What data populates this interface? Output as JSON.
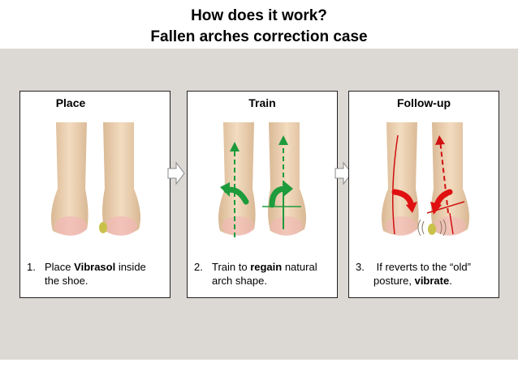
{
  "title_line1": "How does it work?",
  "title_line2": "Fallen arches correction case",
  "panels": [
    {
      "title": "Place",
      "number": "1.",
      "caption_pre": "Place ",
      "caption_bold": "Vibrasol",
      "caption_mid": " inside",
      "caption_line2": "the shoe.",
      "caption_bold2": "",
      "caption_end": ""
    },
    {
      "title": "Train",
      "number": "2.",
      "caption_pre": "Train to ",
      "caption_bold": "regain",
      "caption_mid": " natural",
      "caption_line2": "arch shape.",
      "caption_bold2": "",
      "caption_end": ""
    },
    {
      "title": "Follow-up",
      "number": "3.",
      "caption_pre": "If reverts to the “old”",
      "caption_bold": "",
      "caption_mid": "",
      "caption_line2": "posture, ",
      "caption_bold2": "vibrate",
      "caption_end": "."
    }
  ],
  "colors": {
    "band": "#dcd8d4",
    "train_arrow": "#1e9b3c",
    "followup_arrow": "#e01010",
    "skin": "#e9cfb2"
  }
}
